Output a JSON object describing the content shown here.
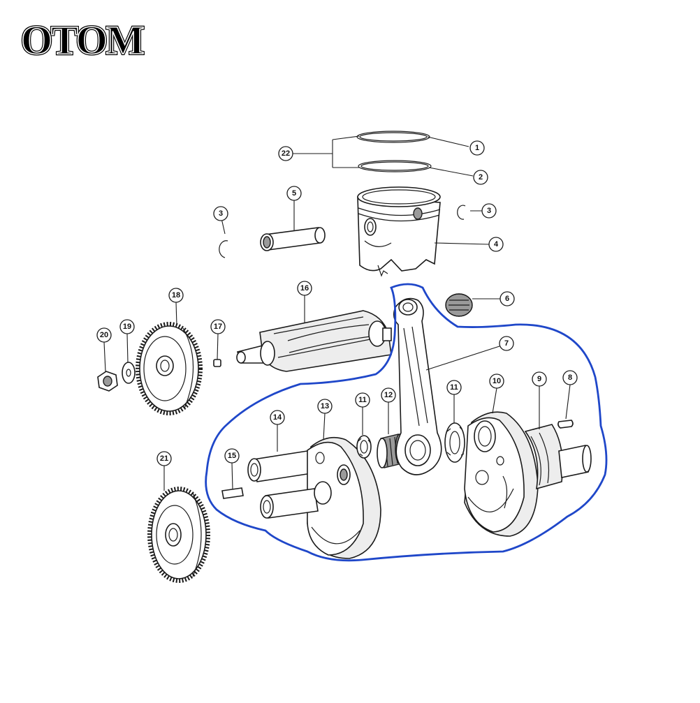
{
  "brand": {
    "logo_text": "OTOM"
  },
  "highlight_color": "#1f47c9",
  "callouts": [
    {
      "id": "c1",
      "label": "1"
    },
    {
      "id": "c2",
      "label": "2"
    },
    {
      "id": "c3a",
      "label": "3"
    },
    {
      "id": "c3b",
      "label": "3"
    },
    {
      "id": "c4",
      "label": "4"
    },
    {
      "id": "c5",
      "label": "5"
    },
    {
      "id": "c6",
      "label": "6"
    },
    {
      "id": "c7",
      "label": "7"
    },
    {
      "id": "c8",
      "label": "8"
    },
    {
      "id": "c9",
      "label": "9"
    },
    {
      "id": "c10",
      "label": "10"
    },
    {
      "id": "c11a",
      "label": "11"
    },
    {
      "id": "c11b",
      "label": "11"
    },
    {
      "id": "c12",
      "label": "12"
    },
    {
      "id": "c13",
      "label": "13"
    },
    {
      "id": "c14",
      "label": "14"
    },
    {
      "id": "c15",
      "label": "15"
    },
    {
      "id": "c16",
      "label": "16"
    },
    {
      "id": "c17",
      "label": "17"
    },
    {
      "id": "c18",
      "label": "18"
    },
    {
      "id": "c19",
      "label": "19"
    },
    {
      "id": "c20",
      "label": "20"
    },
    {
      "id": "c21",
      "label": "21"
    },
    {
      "id": "c22",
      "label": "22"
    }
  ]
}
